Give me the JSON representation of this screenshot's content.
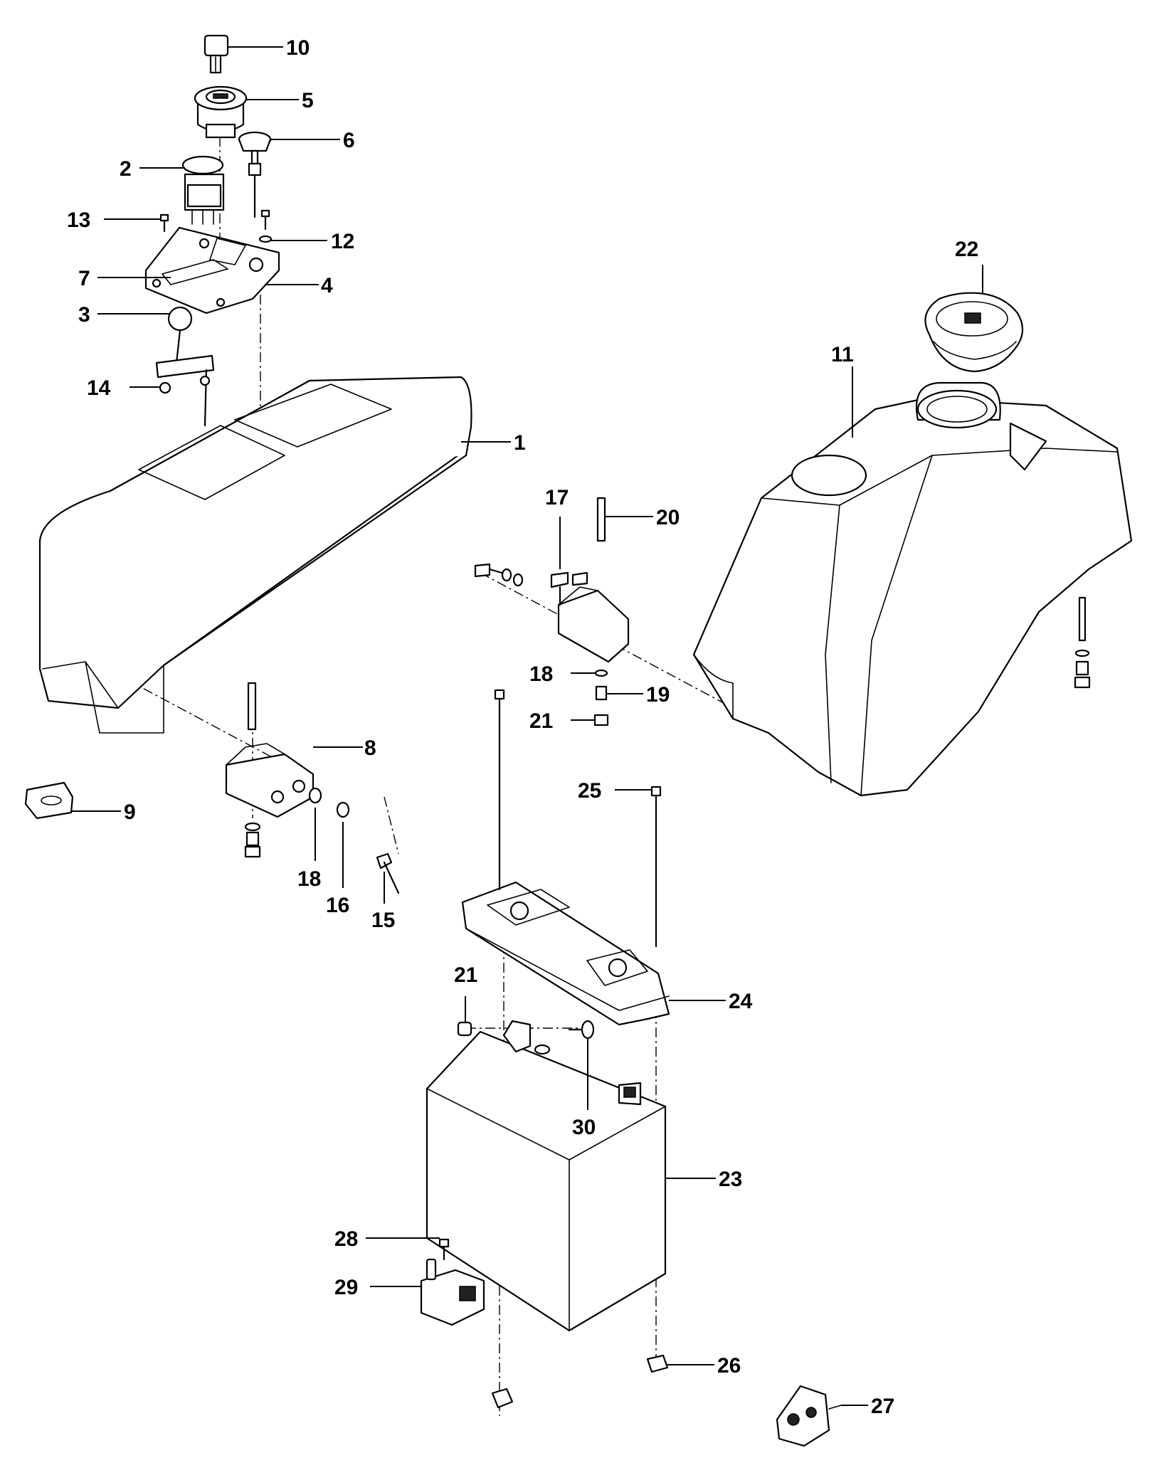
{
  "diagram": {
    "type": "exploded-parts-diagram",
    "colors": {
      "line": "#000000",
      "background": "#ffffff"
    },
    "callouts": [
      {
        "number": "10"
      },
      {
        "number": "5"
      },
      {
        "number": "6"
      },
      {
        "number": "2"
      },
      {
        "number": "13"
      },
      {
        "number": "12"
      },
      {
        "number": "7"
      },
      {
        "number": "4"
      },
      {
        "number": "3"
      },
      {
        "number": "14"
      },
      {
        "number": "1"
      },
      {
        "number": "22"
      },
      {
        "number": "11"
      },
      {
        "number": "17"
      },
      {
        "number": "20"
      },
      {
        "number": "18"
      },
      {
        "number": "19"
      },
      {
        "number": "21"
      },
      {
        "number": "8"
      },
      {
        "number": "9"
      },
      {
        "number": "18"
      },
      {
        "number": "16"
      },
      {
        "number": "15"
      },
      {
        "number": "25"
      },
      {
        "number": "21"
      },
      {
        "number": "24"
      },
      {
        "number": "30"
      },
      {
        "number": "23"
      },
      {
        "number": "28"
      },
      {
        "number": "29"
      },
      {
        "number": "26"
      },
      {
        "number": "27"
      }
    ]
  }
}
